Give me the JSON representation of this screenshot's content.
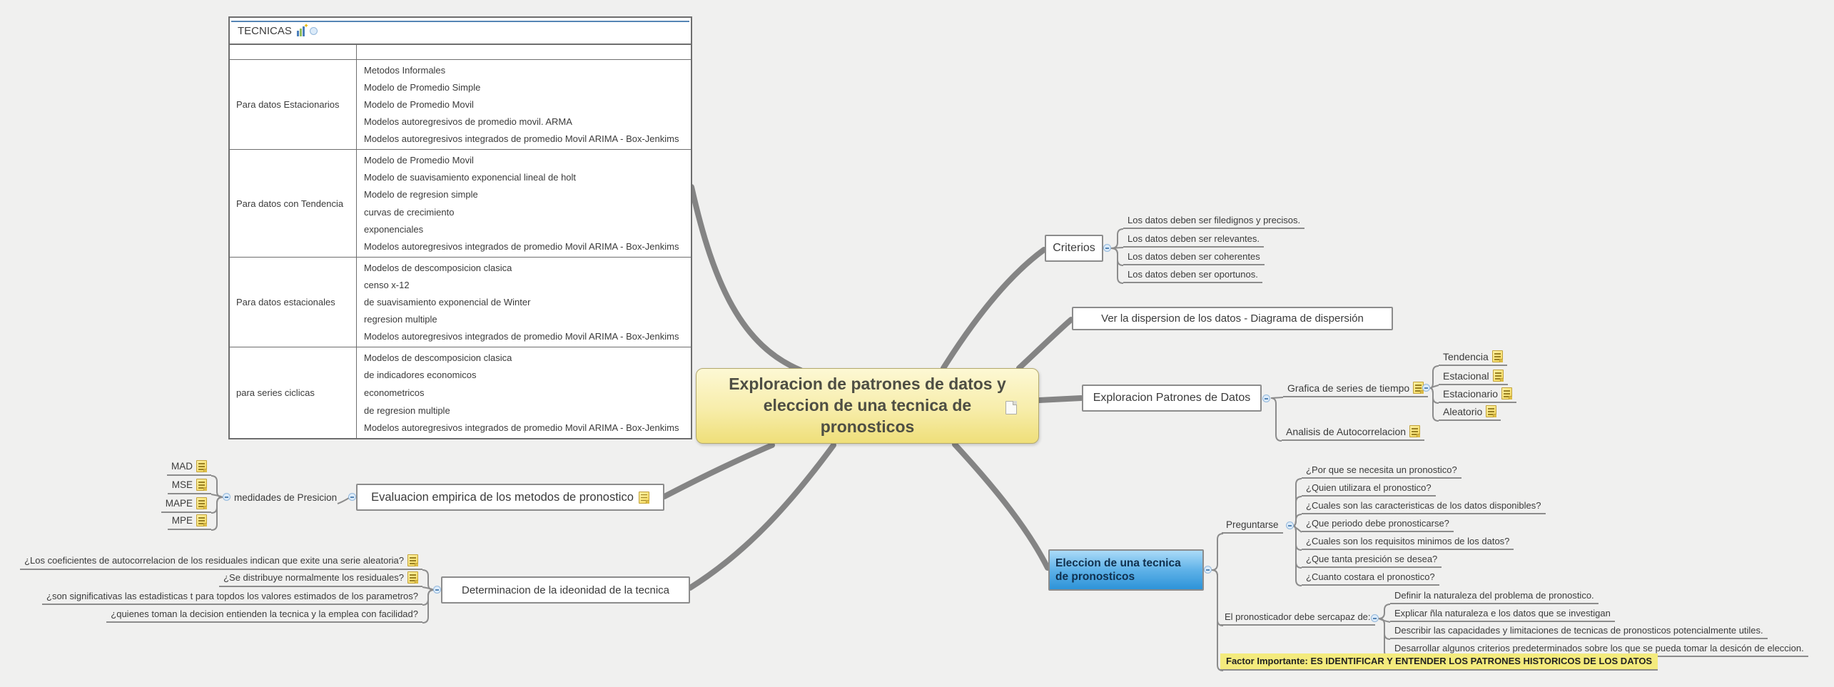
{
  "colors": {
    "background": "#f0f0ef",
    "branch": "#848484",
    "connector": "#8c8c8c",
    "center_fill": "#f0e07a",
    "emphasis_fill": "#2d93d8",
    "highlight_fill": "#f4eb7d",
    "note_icon_fill": "#f6dd6a"
  },
  "icons": {
    "note": "note-icon",
    "chart": "chart-icon",
    "collapse": "collapse-minus-icon",
    "page": "page-icon"
  },
  "center": {
    "title": "Exploracion de patrones de datos y eleccion de una tecnica de pronosticos"
  },
  "table": {
    "title": "TECNICAS",
    "rows": [
      {
        "label": "Para datos Estacionarios",
        "items": [
          "Metodos Informales",
          "Modelo de Promedio Simple",
          "Modelo de Promedio Movil",
          "Modelos autoregresivos de promedio movil. ARMA",
          "Modelos autoregresivos integrados de promedio Movil ARIMA - Box-Jenkims"
        ]
      },
      {
        "label": "Para datos con Tendencia",
        "items": [
          "Modelo de Promedio Movil",
          "Modelo de suavisamiento exponencial lineal de holt",
          "Modelo de regresion simple",
          "curvas de crecimiento",
          "exponenciales",
          "Modelos autoregresivos integrados de promedio Movil ARIMA - Box-Jenkims"
        ]
      },
      {
        "label": "Para datos estacionales",
        "items": [
          "Modelos de descomposicion clasica",
          "censo x-12",
          "de suavisamiento exponencial de Winter",
          "regresion multiple",
          "Modelos autoregresivos integrados de promedio Movil ARIMA - Box-Jenkims"
        ]
      },
      {
        "label": "para series ciclicas",
        "items": [
          "Modelos de descomposicion clasica",
          "de indicadores economicos",
          "econometricos",
          "de regresion multiple",
          "Modelos autoregresivos integrados de promedio Movil ARIMA - Box-Jenkims"
        ]
      }
    ]
  },
  "criterios": {
    "label": "Criterios",
    "items": [
      "Los datos deben ser filedignos y precisos.",
      "Los datos deben ser relevantes.",
      "Los datos deben ser coherentes",
      "Los datos deben ser oportunos."
    ]
  },
  "dispersion": {
    "label": "Ver la dispersion de los datos - Diagrama de dispersión"
  },
  "exploracion": {
    "label": "Exploracion Patrones de Datos",
    "grafica": {
      "label": "Grafica de series de tiempo",
      "children": [
        "Tendencia",
        "Estacional",
        "Estacionario",
        "Aleatorio"
      ]
    },
    "autocorrelacion": "Analisis de Autocorrelacion"
  },
  "evaluacion": {
    "label": "Evaluacion empirica de los metodos de pronostico",
    "medidas": {
      "label": "medidades de Presicion",
      "items": [
        "MAD",
        "MSE",
        "MAPE",
        "MPE"
      ]
    }
  },
  "determinacion": {
    "label": "Determinacion de la ideonidad de la tecnica",
    "questions": [
      "¿Los coeficientes de autocorrelacion de los residuales indican que exite una serie aleatoria?",
      "¿Se distribuye normalmente los residuales?",
      "¿son significativas las estadisticas t para topdos los valores estimados de los parametros?",
      "¿quienes toman la decision entienden la tecnica y la emplea con facilidad?"
    ]
  },
  "eleccion": {
    "label": "Eleccion de una tecnica de pronosticos",
    "preguntarse": {
      "label": "Preguntarse",
      "items": [
        "¿Por que se necesita un pronostico?",
        "¿Quien utilizara el pronostico?",
        "¿Cuales son las caracteristicas de los datos disponibles?",
        "¿Que periodo debe pronosticarse?",
        "¿Cuales son los requisitos minimos de los datos?",
        "¿Que tanta presición se desea?",
        "¿Cuanto costara el pronostico?"
      ]
    },
    "pronosticador": {
      "label": "El pronosticador debe sercapaz de:",
      "items": [
        "Definir la naturaleza del problema de pronostico.",
        "Explicar ñla naturaleza e los datos que se investigan",
        "Describir las capacidades y limitaciones de tecnicas de pronosticos potencialmente utiles.",
        "Desarrollar algunos criterios predeterminados sobre los que se pueda tomar la desicón de eleccion."
      ]
    },
    "factor": "Factor Importante: ES IDENTIFICAR Y ENTENDER LOS PATRONES HISTORICOS DE LOS DATOS"
  }
}
